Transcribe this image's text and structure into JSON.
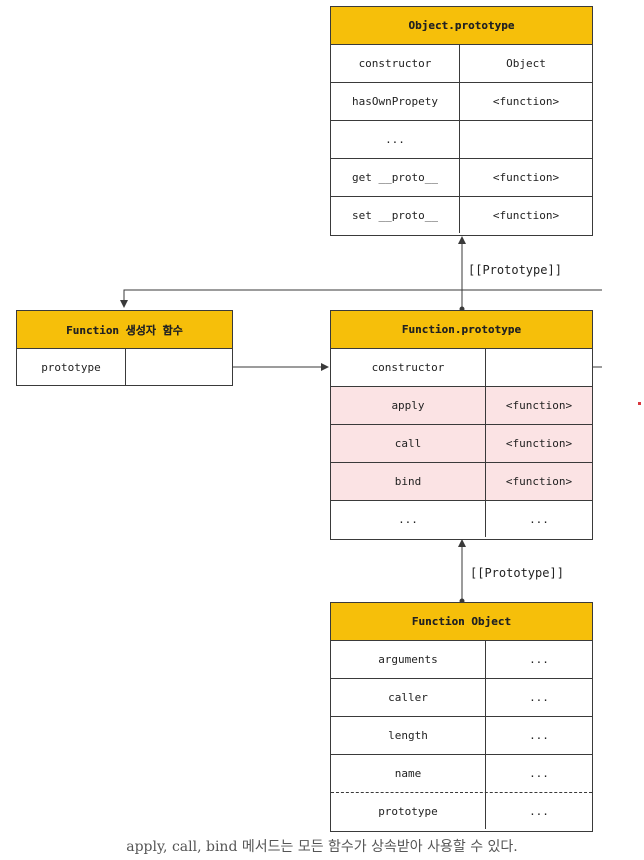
{
  "object_prototype": {
    "title": "Object.prototype",
    "rows": [
      {
        "key": "constructor",
        "value": "Object"
      },
      {
        "key": "hasOwnPropety",
        "value": "<function>"
      },
      {
        "key": "...",
        "value": ""
      },
      {
        "key": "get __proto__",
        "value": "<function>"
      },
      {
        "key": "set __proto__",
        "value": "<function>"
      }
    ]
  },
  "constructor_function": {
    "title": "Function 생성자 함수",
    "rows": [
      {
        "key": "prototype",
        "value": ""
      }
    ]
  },
  "function_prototype": {
    "title": "Function.prototype",
    "rows": [
      {
        "key": "constructor",
        "value": ""
      },
      {
        "key": "apply",
        "value": "<function>"
      },
      {
        "key": "call",
        "value": "<function>"
      },
      {
        "key": "bind",
        "value": "<function>"
      },
      {
        "key": "...",
        "value": "..."
      }
    ]
  },
  "function_object": {
    "title": "Function Object",
    "rows": [
      {
        "key": "arguments",
        "value": "..."
      },
      {
        "key": "caller",
        "value": "..."
      },
      {
        "key": "length",
        "value": "..."
      },
      {
        "key": "name",
        "value": "..."
      },
      {
        "key": "prototype",
        "value": "..."
      }
    ]
  },
  "labels": {
    "prototype_link_top": "[[Prototype]]",
    "prototype_link_bottom": "[[Prototype]]"
  },
  "caption": "apply, call, bind 메서드는 모든 함수가 상속받아 사용할 수 있다.",
  "colors": {
    "header": "#f6bf0a",
    "highlight_row": "#fbe3e4",
    "accent_marker": "#d9363e"
  }
}
